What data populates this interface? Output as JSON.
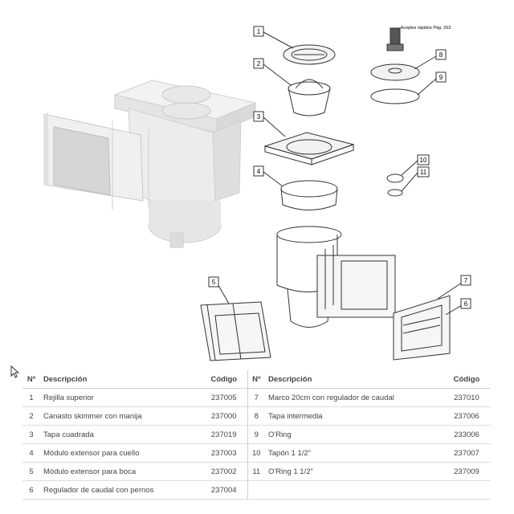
{
  "diagram": {
    "callouts": [
      "1",
      "2",
      "3",
      "4",
      "5",
      "6",
      "7",
      "8",
      "9",
      "10",
      "11"
    ],
    "side_note": "Acoples rápidos Pág. 263"
  },
  "table": {
    "headers": {
      "num": "Nº",
      "desc": "Descripción",
      "code": "Código"
    },
    "left_rows": [
      {
        "num": "1",
        "desc": "Rejilla superior",
        "code": "237005"
      },
      {
        "num": "2",
        "desc": "Canasto skimmer con manija",
        "code": "237000"
      },
      {
        "num": "3",
        "desc": "Tapa cuadrada",
        "code": "237019"
      },
      {
        "num": "4",
        "desc": "Módulo extensor para cuello",
        "code": "237003"
      },
      {
        "num": "5",
        "desc": "Módulo extensor para boca",
        "code": "237002"
      },
      {
        "num": "6",
        "desc": "Regulador de caudal con pernos",
        "code": "237004"
      }
    ],
    "right_rows": [
      {
        "num": "7",
        "desc": "Marco 20cm con regulador de caudal",
        "code": "237010"
      },
      {
        "num": "8",
        "desc": "Tapa intermedia",
        "code": "237006"
      },
      {
        "num": "9",
        "desc": "O'Ring",
        "code": "233006"
      },
      {
        "num": "10",
        "desc": "Tapón 1 1/2\"",
        "code": "237007"
      },
      {
        "num": "11",
        "desc": "O'Ring 1 1/2\"",
        "code": "237009"
      },
      {
        "num": "",
        "desc": "",
        "code": ""
      }
    ]
  }
}
